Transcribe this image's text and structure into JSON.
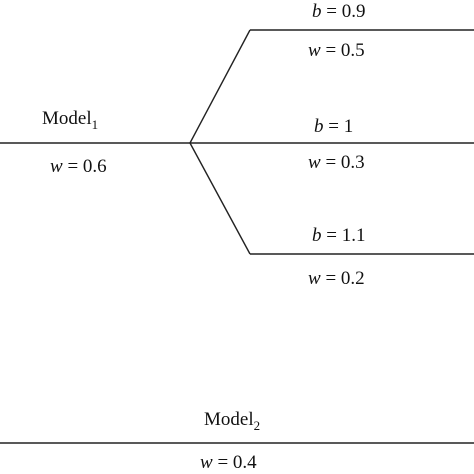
{
  "model1": {
    "name": "Model",
    "subscript": "1",
    "weight_var": "w",
    "weight_value": "0.6",
    "branches": [
      {
        "b_var": "b",
        "b_value": "0.9",
        "w_var": "w",
        "w_value": "0.5"
      },
      {
        "b_var": "b",
        "b_value": "1",
        "w_var": "w",
        "w_value": "0.3"
      },
      {
        "b_var": "b",
        "b_value": "1.1",
        "w_var": "w",
        "w_value": "0.2"
      }
    ]
  },
  "model2": {
    "name": "Model",
    "subscript": "2",
    "weight_var": "w",
    "weight_value": "0.4"
  },
  "equals": " = ",
  "line_color": "#222222"
}
